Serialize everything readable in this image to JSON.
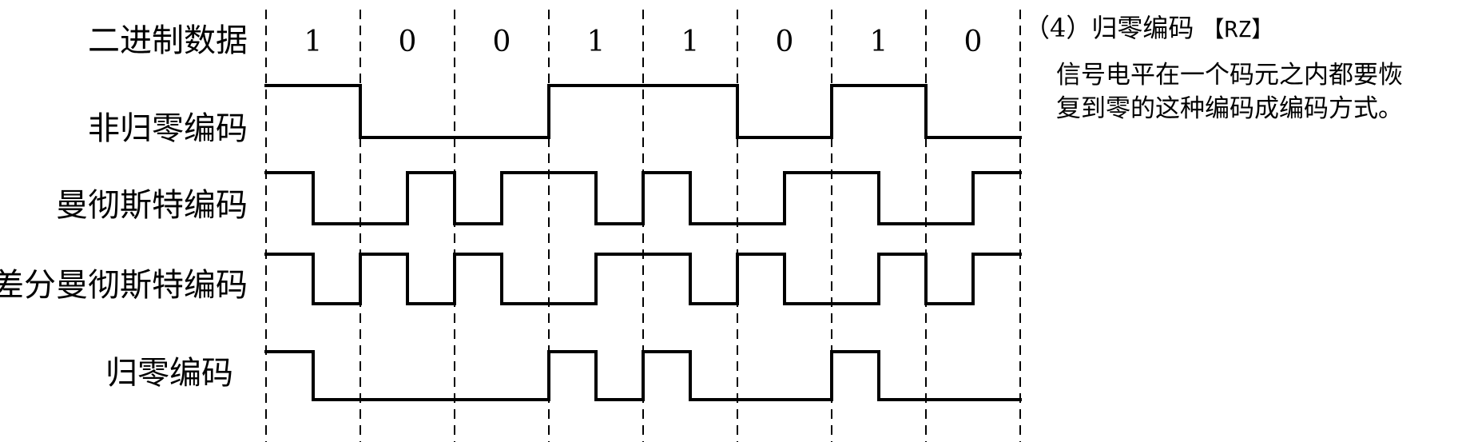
{
  "header": {
    "label": "二进制数据"
  },
  "bits": [
    "1",
    "0",
    "0",
    "1",
    "1",
    "0",
    "1",
    "0"
  ],
  "encodings": [
    {
      "label": "非归零编码",
      "levels": [
        1,
        0,
        0,
        1,
        1,
        0,
        1,
        0
      ]
    },
    {
      "label": "曼彻斯特编码",
      "levels": [
        1,
        0,
        0,
        1,
        0,
        1,
        1,
        0,
        1,
        0,
        0,
        1,
        1,
        0,
        0,
        1
      ]
    },
    {
      "label": "差分曼彻斯特编码",
      "levels": [
        1,
        0,
        1,
        0,
        1,
        0,
        0,
        1,
        1,
        0,
        1,
        0,
        0,
        1,
        0,
        1
      ]
    },
    {
      "label": "归零编码",
      "levels": [
        1,
        0,
        0,
        0,
        0,
        0,
        1,
        0,
        1,
        0,
        0,
        0,
        1,
        0,
        0,
        0
      ]
    }
  ],
  "note": {
    "title": "（4）归零编码",
    "code": "【RZ】",
    "lines": [
      "信号电平在一个码元之内都要恢",
      "复到零的这种编码成编码方式。"
    ]
  }
}
